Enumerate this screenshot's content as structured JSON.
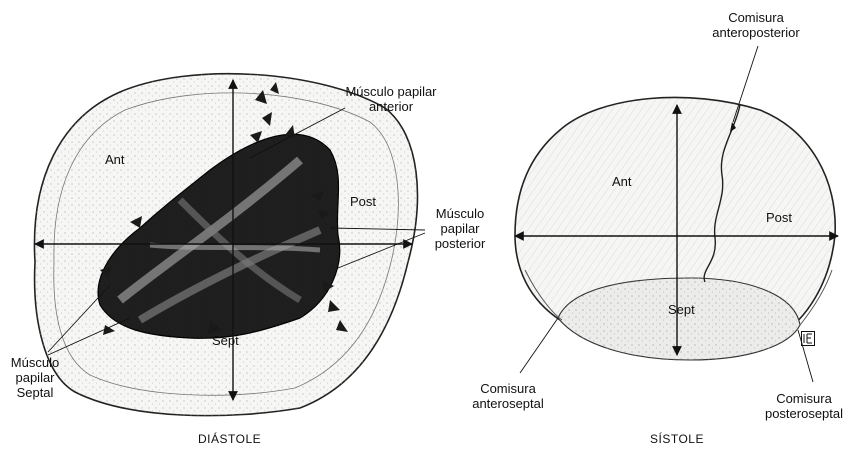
{
  "colors": {
    "ink": "#111111",
    "tissue": "#f4f4f2",
    "shadow": "#2a2a2a",
    "paper": "#ffffff"
  },
  "diastole": {
    "caption": "DIÁSTOLE",
    "labels": {
      "ant": "Ant",
      "post": "Post",
      "sept": "Sept",
      "papilar_anterior": [
        "Músculo papilar",
        "anterior"
      ],
      "papilar_posterior": [
        "Músculo",
        "papilar",
        "posterior"
      ],
      "papilar_septal": [
        "Músculo",
        "papilar",
        "Septal"
      ]
    }
  },
  "systole": {
    "caption": "SÍSTOLE",
    "labels": {
      "ant": "Ant",
      "post": "Post",
      "sept": "Sept",
      "comisura_anteroposterior": [
        "Comisura",
        "anteroposterior"
      ],
      "comisura_anteroseptal": [
        "Comisura",
        "anteroseptal"
      ],
      "comisura_posteroseptal": [
        "Comisura",
        "posteroseptal"
      ]
    }
  }
}
